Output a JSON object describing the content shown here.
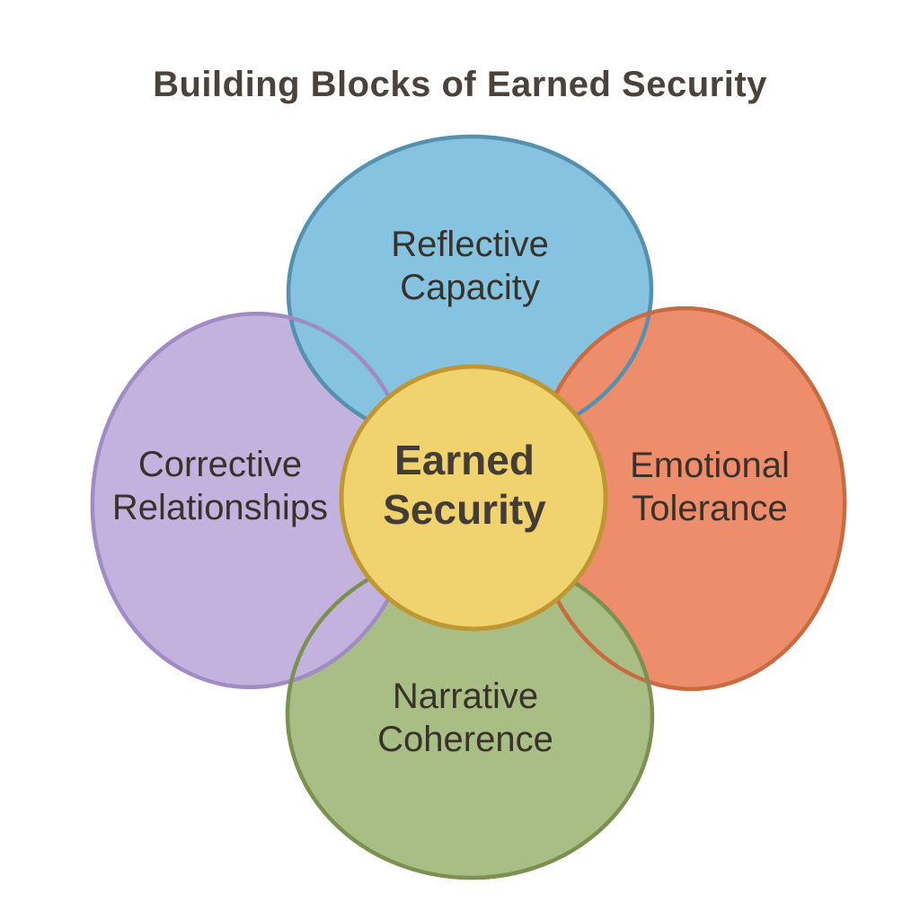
{
  "title": "Building Blocks of Earned Security",
  "diagram": {
    "center": {
      "label": "Earned Security",
      "fill": "#F0D36F",
      "stroke": "#BE9733"
    },
    "blocks": [
      {
        "id": "reflective-capacity",
        "label": "Reflective Capacity",
        "position": "top",
        "fill": "#85C3E0",
        "stroke": "#5590AE"
      },
      {
        "id": "emotional-tolerance",
        "label": "Emotional Tolerance",
        "position": "right",
        "fill": "#EE8D6B",
        "stroke": "#C96B41"
      },
      {
        "id": "narrative-coherence",
        "label": "Narrative Coherence",
        "position": "bottom",
        "fill": "#A9BE85",
        "stroke": "#7A9150"
      },
      {
        "id": "corrective-relationships",
        "label": "Corrective Relationships",
        "position": "left",
        "fill": "#C4B2DE",
        "stroke": "#A08BC4"
      }
    ],
    "background": "#FFFFFF",
    "text_color": "#38322B"
  }
}
